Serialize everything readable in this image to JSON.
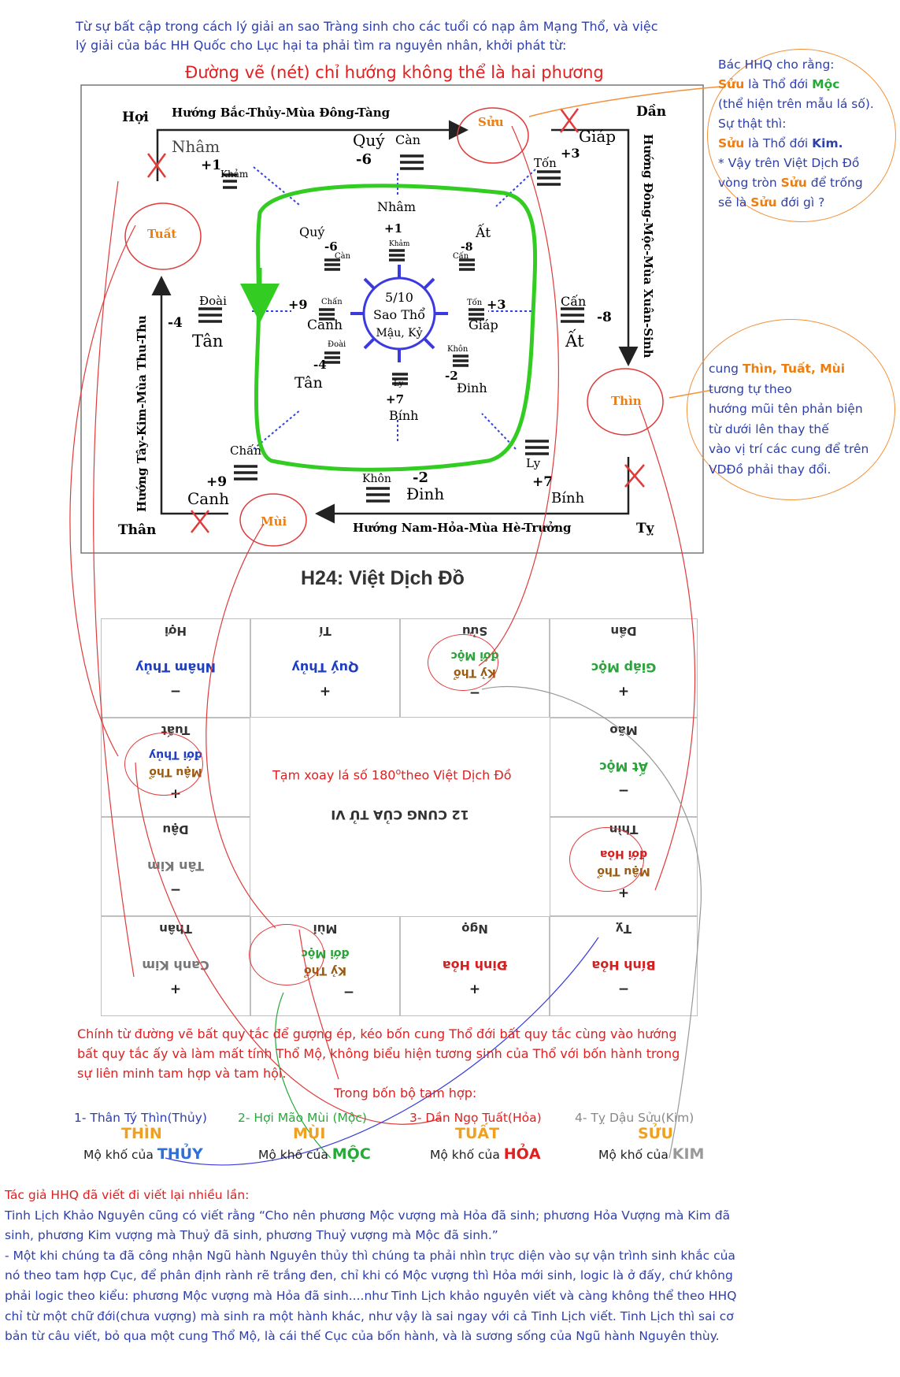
{
  "intro": {
    "line1": "Từ sự bất cập trong cách lý giải an sao Tràng sinh cho các tuổi có nạp âm Mạng Thổ, và việc",
    "line2": "lý giải của bác HH Quốc cho Lục hại ta phải tìm ra nguyên nhân, khởi phát từ:",
    "heading": "Đường vẽ (nét) chỉ hướng không thể là hai phương"
  },
  "diagram": {
    "corners": {
      "hoi": "Hợi",
      "dan": "Dần",
      "than": "Thân",
      "ty": "Tỵ"
    },
    "directions": {
      "north": "Hướng Bắc-Thủy-Mùa Đông-Tàng",
      "east": "Hướng Đông-Mộc-Mùa Xuân-Sinh",
      "south": "Hướng Nam-Hỏa-Mùa Hè-Trưởng",
      "west": "Hướng Tây-Kim-Mùa Thu-Thu"
    },
    "outer": {
      "nham": "Nhâm",
      "nham_num": "+1",
      "khanh": "Khảm",
      "quy": "Quý",
      "quy_num": "-6",
      "can": "Càn",
      "giap": "Giáp",
      "giap_num": "+3",
      "ton": "Tốn",
      "can_e": "Cấn",
      "at": "Ất",
      "at_num": "-8",
      "ly": "Ly",
      "binh": "Bính",
      "binh_num": "+7",
      "khon": "Khôn",
      "dinh": "Đinh",
      "dinh_num": "-2",
      "chan": "Chấn",
      "canh": "Canh",
      "canh_num": "+9",
      "doai": "Đoài",
      "tan": "Tân",
      "tan_num": "-4"
    },
    "inner": {
      "nham": "Nhâm",
      "nham_num": "+1",
      "khanh": "Khảm",
      "quy": "Quý",
      "quy_num": "-6",
      "can": "Càn",
      "at": "Ất",
      "at_num": "-8",
      "can_e": "Cấn",
      "giap": "Giáp",
      "giap_num": "+3",
      "ton": "Tốn",
      "dinh": "Đinh",
      "dinh_num": "-2",
      "khon": "Khôn",
      "binh": "Bính",
      "binh_num": "+7",
      "ly": "Ly",
      "tan": "Tân",
      "tan_num": "-4",
      "doai": "Đoài",
      "canh": "Canh",
      "canh_num": "+9",
      "chan": "Chấn"
    },
    "center": {
      "l1": "5/10",
      "l2": "Sao Thổ",
      "l3": "Mậu, Kỷ"
    },
    "marks": {
      "suu": "Sửu",
      "tuat": "Tuất",
      "thin": "Thìn",
      "mui": "Mùi"
    }
  },
  "bubble_top": {
    "l1": "Bác HHQ cho rằng:",
    "l2a": "Sửu",
    "l2b": " là Thổ đới ",
    "l2c": "Mộc",
    "l3": "(thể hiện trên mẫu lá số).",
    "l4": "Sự thật thì:",
    "l5a": "Sửu",
    "l5b": " là Thổ đới ",
    "l5c": "Kim.",
    "l6": "* Vậy trên Việt Dịch Đồ",
    "l7a": "vòng tròn ",
    "l7b": "Sửu",
    "l7c": " để trống",
    "l8a": "sẽ là ",
    "l8b": "Sửu",
    "l8c": " đới gì ?"
  },
  "bubble_mid": {
    "l1a": "cung ",
    "l1b": "Thìn, Tuất, Mùi",
    "l2": "tương tự theo",
    "l3": "hướng mũi tên phản biện",
    "l4": "từ dưới lên thay thế",
    "l5": "vào vị trí các cung để trên",
    "l6": "VDĐồ phải thay đổi."
  },
  "caption": "H24: Việt Dịch Đồ",
  "grid": {
    "cells": [
      {
        "name": "Hợi",
        "star": "Nhâm Thủy",
        "sign": "−",
        "color": "#1f3fbf"
      },
      {
        "name": "Tí",
        "star": "Quý Thủy",
        "sign": "+",
        "color": "#1f3fbf"
      },
      {
        "name": "Sửu",
        "star": "Kỷ Thổ",
        "star2": "đới Mộc",
        "sign": "−",
        "color": "#9a5b13",
        "color2": "#2aa33a"
      },
      {
        "name": "Dần",
        "star": "Giáp Mộc",
        "sign": "+",
        "color": "#2aa33a"
      },
      {
        "name": "Tuất",
        "star": "Mậu Thổ",
        "star2": "đới Thủy",
        "sign": "+",
        "color": "#9a5b13",
        "color2": "#1f3fbf"
      },
      {
        "name": "Mão",
        "star": "Ất Mộc",
        "sign": "−",
        "color": "#2aa33a"
      },
      {
        "name": "Dậu",
        "star": "Tân Kim",
        "sign": "−",
        "color": "#777777"
      },
      {
        "name": "Thìn",
        "star": "Mậu Thổ",
        "star2": "đới Hỏa",
        "sign": "+",
        "color": "#9a5b13",
        "color2": "#d42020"
      },
      {
        "name": "Thân",
        "star": "Canh Kim",
        "sign": "+",
        "color": "#777777"
      },
      {
        "name": "Mùi",
        "star": "Kỷ Thổ",
        "star2": "đới Mộc",
        "sign": "−",
        "color": "#9a5b13",
        "color2": "#2aa33a"
      },
      {
        "name": "Ngọ",
        "star": "Đinh Hỏa",
        "sign": "+",
        "color": "#d42020"
      },
      {
        "name": "Tỵ",
        "star": "Bính Hỏa",
        "sign": "−",
        "color": "#d42020"
      }
    ],
    "center_note_a": "Tạm xoay lá số 180",
    "center_note_b": "o",
    "center_note_c": "theo Việt Dịch Đồ",
    "center_title": "12 CUNG CỦA TỬ VI"
  },
  "para1": {
    "l1": "Chính từ đường vẽ bất quy tắc để gượng ép, kéo bốn cung Thổ  đới  bất quy tắc cùng vào hướng",
    "l2": "bất quy tắc ấy và làm mất tính Thổ Mộ, không biểu hiện tương sinh của Thổ với bốn hành trong",
    "l3": "sự liên minh tam hợp và tam hội.",
    "l4": "Trong bốn bộ tam hợp:"
  },
  "groups": [
    {
      "title": "1- Thân Tý Thìn(Thủy)",
      "palace": "THÌN",
      "prefix": "Mộ khố của ",
      "element": "THỦY",
      "color": "#2e3fa8",
      "ecolor": "#2e6fd8"
    },
    {
      "title": "2- Hợi Mão Mùi (Mộc)",
      "palace": "MÙI",
      "prefix": "Mộ khố của ",
      "element": "MỘC",
      "color": "#27a93a",
      "ecolor": "#27a93a"
    },
    {
      "title": "3- Dần Ngọ Tuất(Hỏa)",
      "palace": "TUẤT",
      "prefix": "Mộ khố của ",
      "element": "HỎA",
      "color": "#e02020",
      "ecolor": "#e02020"
    },
    {
      "title": "4- Tỵ Dậu Sửu(Kim)",
      "palace": "SỬU",
      "prefix": "Mộ khố của ",
      "element": "KIM",
      "color": "#888888",
      "ecolor": "#999999"
    }
  ],
  "para2": {
    "l1": "Tác giả HHQ đã viết đi viết lại nhiều lần:",
    "l2": "Tinh Lịch Khảo Nguyên cũng có viết rằng “Cho nên phương Mộc vượng mà Hỏa đã sinh; phương Hỏa Vượng mà Kim đã",
    "l3": "sinh, phương Kim vượng mà Thuỷ đã sinh, phương Thuỷ vượng mà Mộc đã sinh.”",
    "l4": "- Một khi chúng ta đã công nhận Ngũ hành Nguyên thủy thì chúng ta phải nhìn trực diện vào sự vận trình sinh khắc của",
    "l5": "nó theo tam hợp Cục, để phân định rành rẽ trắng đen, chỉ khi có Mộc vượng thì Hỏa mới sinh, logic là ở đấy, chứ không",
    "l6": "phải logic theo kiểu: phương Mộc vượng mà Hỏa đã sinh....như Tinh Lịch khảo nguyên viết và càng không thể theo HHQ",
    "l7": "chỉ từ một chữ đới(chưa vượng) mà sinh ra một hành khác, như vậy là sai ngay với cả Tinh Lịch viết.  Tinh Lịch thì sai cơ",
    "l8": "bản từ câu viết, bỏ qua một cung Thổ Mộ, là cái thế Cục của bốn hành, và là sương sống của Ngũ hành Nguyên thùy."
  },
  "colors": {
    "accent_red": "#e02020",
    "text_blue": "#2e3fa8",
    "orange": "#ee7d10",
    "green_loop": "#33cc22",
    "compass_blue": "#3a3ae0"
  }
}
